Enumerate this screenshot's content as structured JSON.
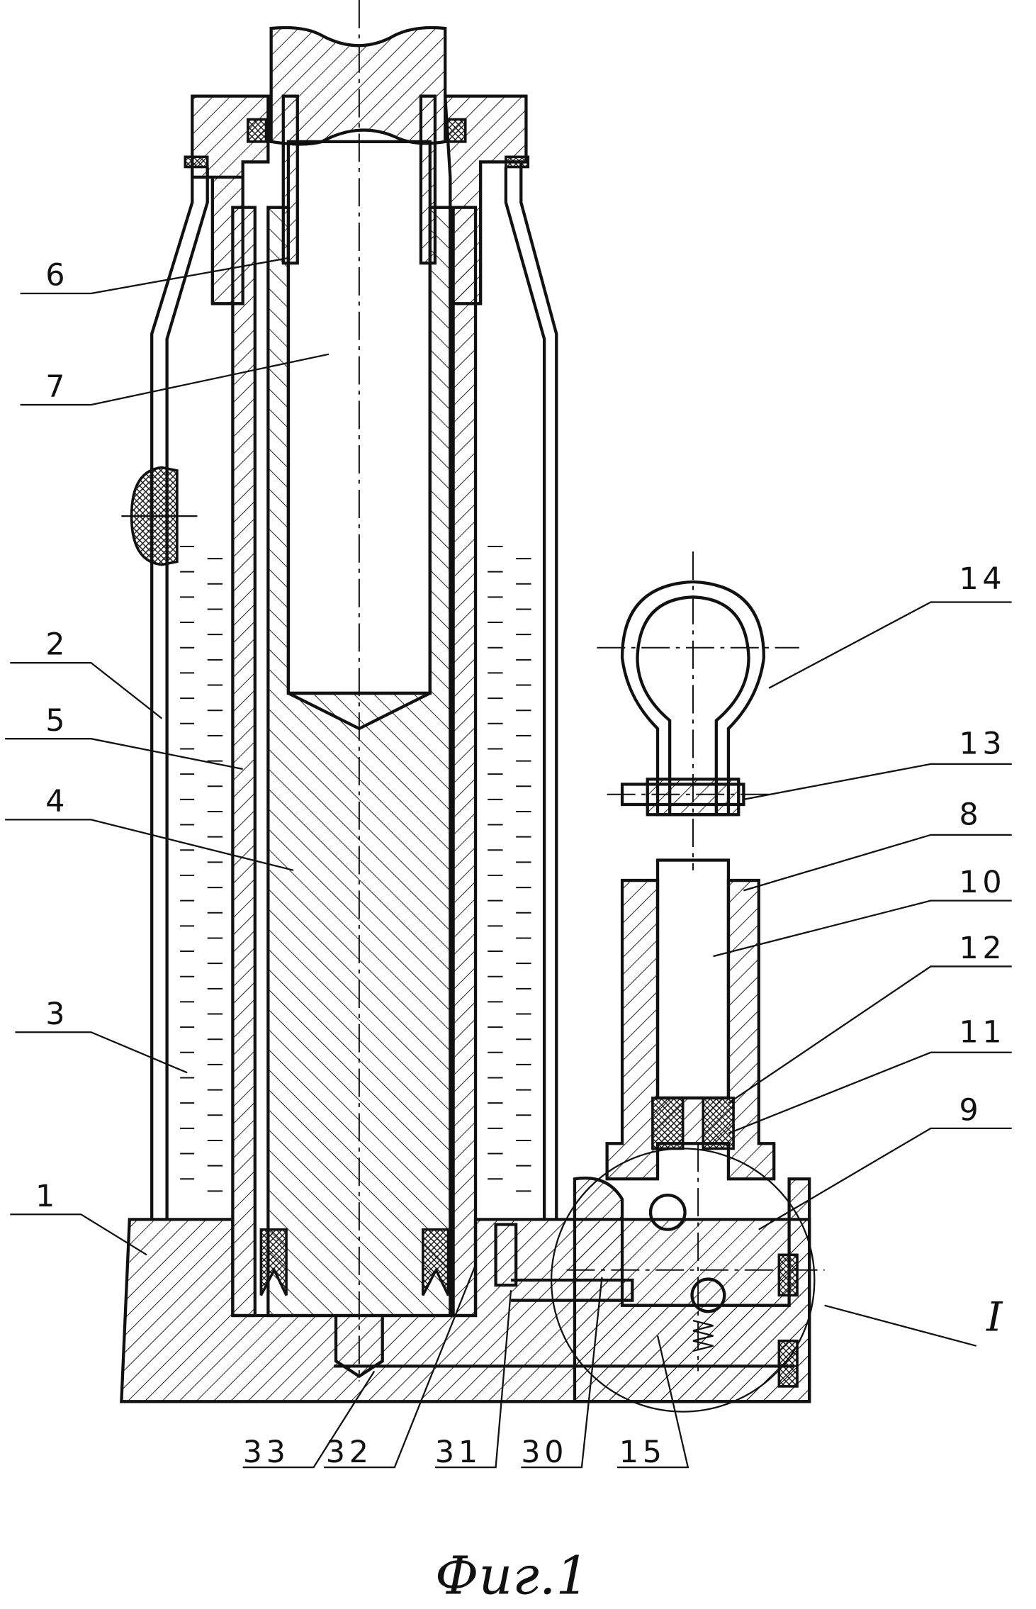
{
  "figure": {
    "labels": [
      "6",
      "7",
      "2",
      "5",
      "4",
      "3",
      "1",
      "14",
      "13",
      "8",
      "10",
      "12",
      "11",
      "9",
      "I",
      "33",
      "32",
      "31",
      "30",
      "15"
    ],
    "caption": "Фиг.1"
  }
}
